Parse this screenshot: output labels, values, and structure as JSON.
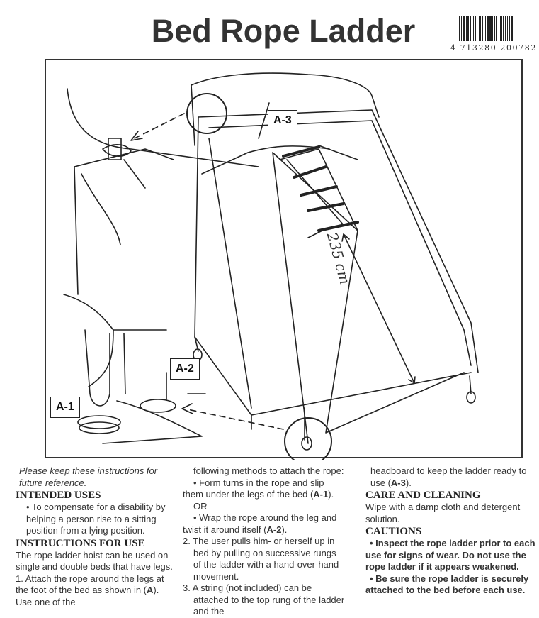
{
  "title": "Bed Rope Ladder",
  "barcode": {
    "number": "4 713280 200782",
    "digits_first": "4",
    "digits_left": "713280",
    "digits_right": "200782"
  },
  "figure": {
    "labels": {
      "a1": "A-1",
      "a2": "A-2",
      "a3": "A-3"
    },
    "measurement": "235 cm"
  },
  "text": {
    "keep_note": "Please keep these instructions for future reference.",
    "intended_uses_heading": "INTENDED USES",
    "intended_uses_bullet": "• To compensate for a disability by helping a person rise to a sitting position from a lying position.",
    "instructions_heading": "INSTRUCTIONS FOR USE",
    "instructions_intro": "The rope ladder hoist can be used on single and double beds that have legs.",
    "step1": "1. Attach the rope around the legs at the foot of the bed as shown in (A). Use one of the following methods to attach the rope:",
    "step1_pre": "1. Attach the rope around the legs at the foot of the bed as shown in (",
    "step1_bold": "A",
    "step1_post": "). Use one of the",
    "step1_cont": "following methods to attach the rope:",
    "method1_pre": "• Form turns in the rope and slip them under the legs of the bed (",
    "method1_bold": "A-1",
    "method1_post": ").",
    "or": "OR",
    "method2_pre": "• Wrap the rope around the leg and twist it around itself (",
    "method2_bold": "A-2",
    "method2_post": ").",
    "step2": "2. The user pulls him- or herself up in bed by pulling on successive rungs of the ladder with a hand-over-hand movement.",
    "step3_pre": "3. A string (not included) can be attached to the top rung of the ladder and the",
    "step3_cont_pre": "headboard to keep the ladder ready to use (",
    "step3_bold": "A-3",
    "step3_post": ").",
    "care_heading": "CARE AND CLEANING",
    "care_text": "Wipe with a damp cloth and detergent solution.",
    "cautions_heading": "CAUTIONS",
    "caution1": "• Inspect the rope ladder prior to each use for signs of wear. Do not use the rope ladder if it appears weakened.",
    "caution2": "• Be sure the rope ladder is securely attached to the bed before each use."
  }
}
